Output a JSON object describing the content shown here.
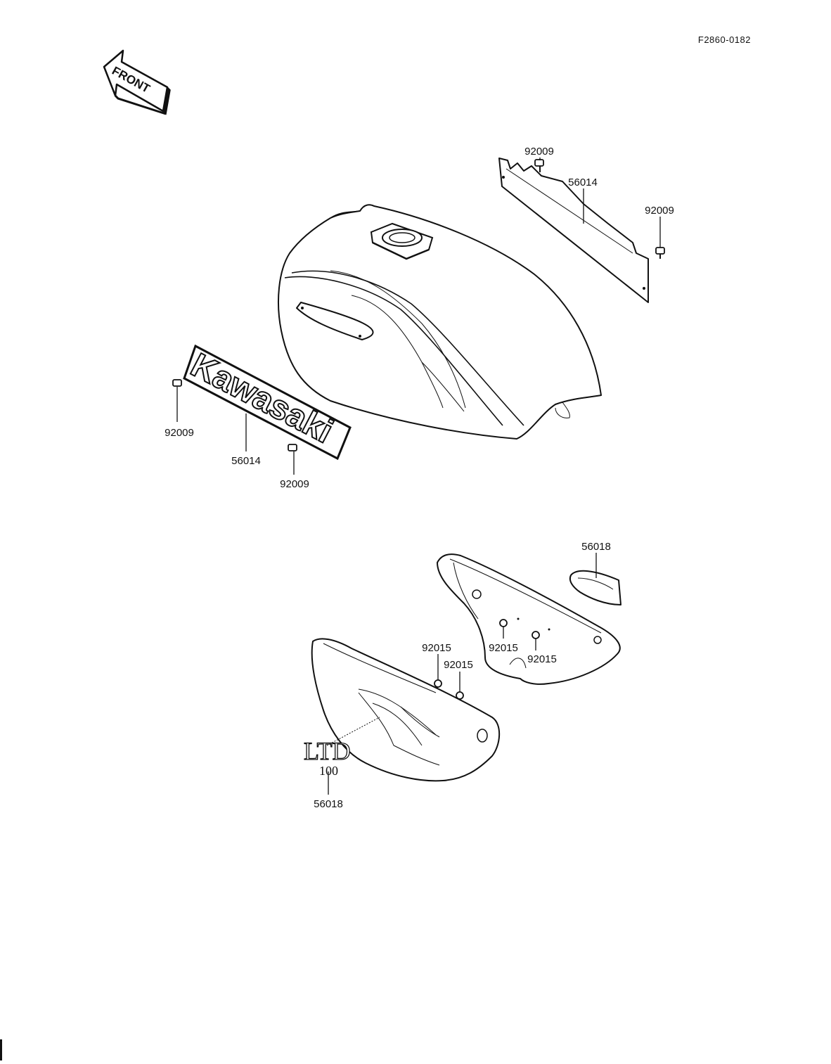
{
  "figure_id": "F2860-0182",
  "front_arrow": {
    "label": "FRONT"
  },
  "emblem_text": "Kawasaki",
  "side_emblem": {
    "line1": "LTD",
    "line2": "100"
  },
  "callouts": [
    {
      "id": "c1",
      "part_no": "92009"
    },
    {
      "id": "c2",
      "part_no": "56014"
    },
    {
      "id": "c3",
      "part_no": "92009"
    },
    {
      "id": "c4",
      "part_no": "92009"
    },
    {
      "id": "c5",
      "part_no": "56014"
    },
    {
      "id": "c6",
      "part_no": "92009"
    },
    {
      "id": "c7",
      "part_no": "56018"
    },
    {
      "id": "c8",
      "part_no": "92015"
    },
    {
      "id": "c9",
      "part_no": "92015"
    },
    {
      "id": "c10",
      "part_no": "92015"
    },
    {
      "id": "c11",
      "part_no": "92015"
    },
    {
      "id": "c12",
      "part_no": "56018"
    }
  ]
}
